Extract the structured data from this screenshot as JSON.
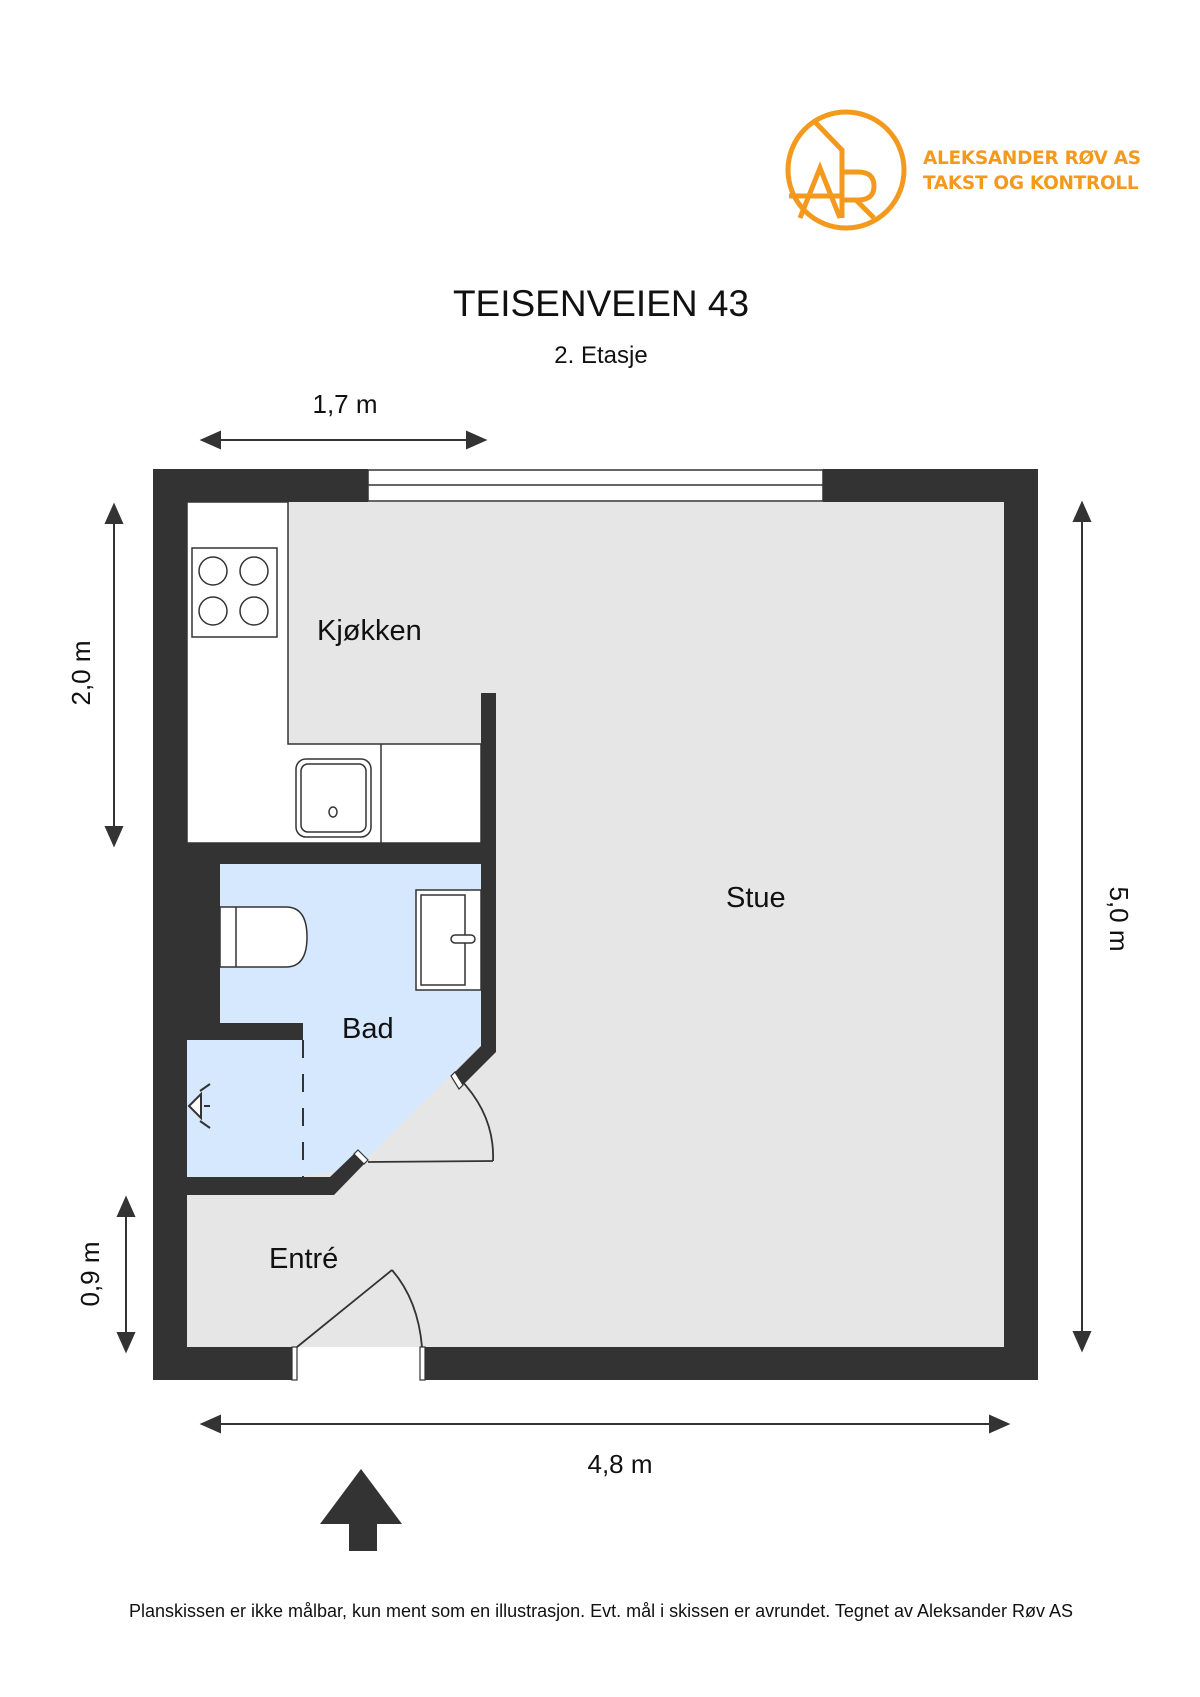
{
  "logo": {
    "monogram": "AR",
    "line1": "ALEKSANDER RØV AS",
    "line2": "TAKST OG KONTROLL",
    "color": "#F39A1E"
  },
  "header": {
    "title": "TEISENVEIEN 43",
    "subtitle": "2. Etasje"
  },
  "rooms": {
    "kitchen": "Kjøkken",
    "living": "Stue",
    "bath": "Bad",
    "entry": "Entré"
  },
  "dimensions": {
    "top": "1,7 m",
    "left_upper": "2,0 m",
    "left_lower": "0,9 m",
    "right": "5,0 m",
    "bottom": "4,8 m"
  },
  "colors": {
    "wall": "#333333",
    "floor": "#E6E6E6",
    "bath_floor": "#D6E8FD",
    "kitchen_counter": "#FFFFFF",
    "accent": "#F39A1E"
  },
  "footer": {
    "disclaimer": "Planskissen er ikke målbar, kun ment som en illustrasjon. Evt. mål i skissen er avrundet. Tegnet av Aleksander Røv AS"
  },
  "north_arrow": "up-arrow"
}
